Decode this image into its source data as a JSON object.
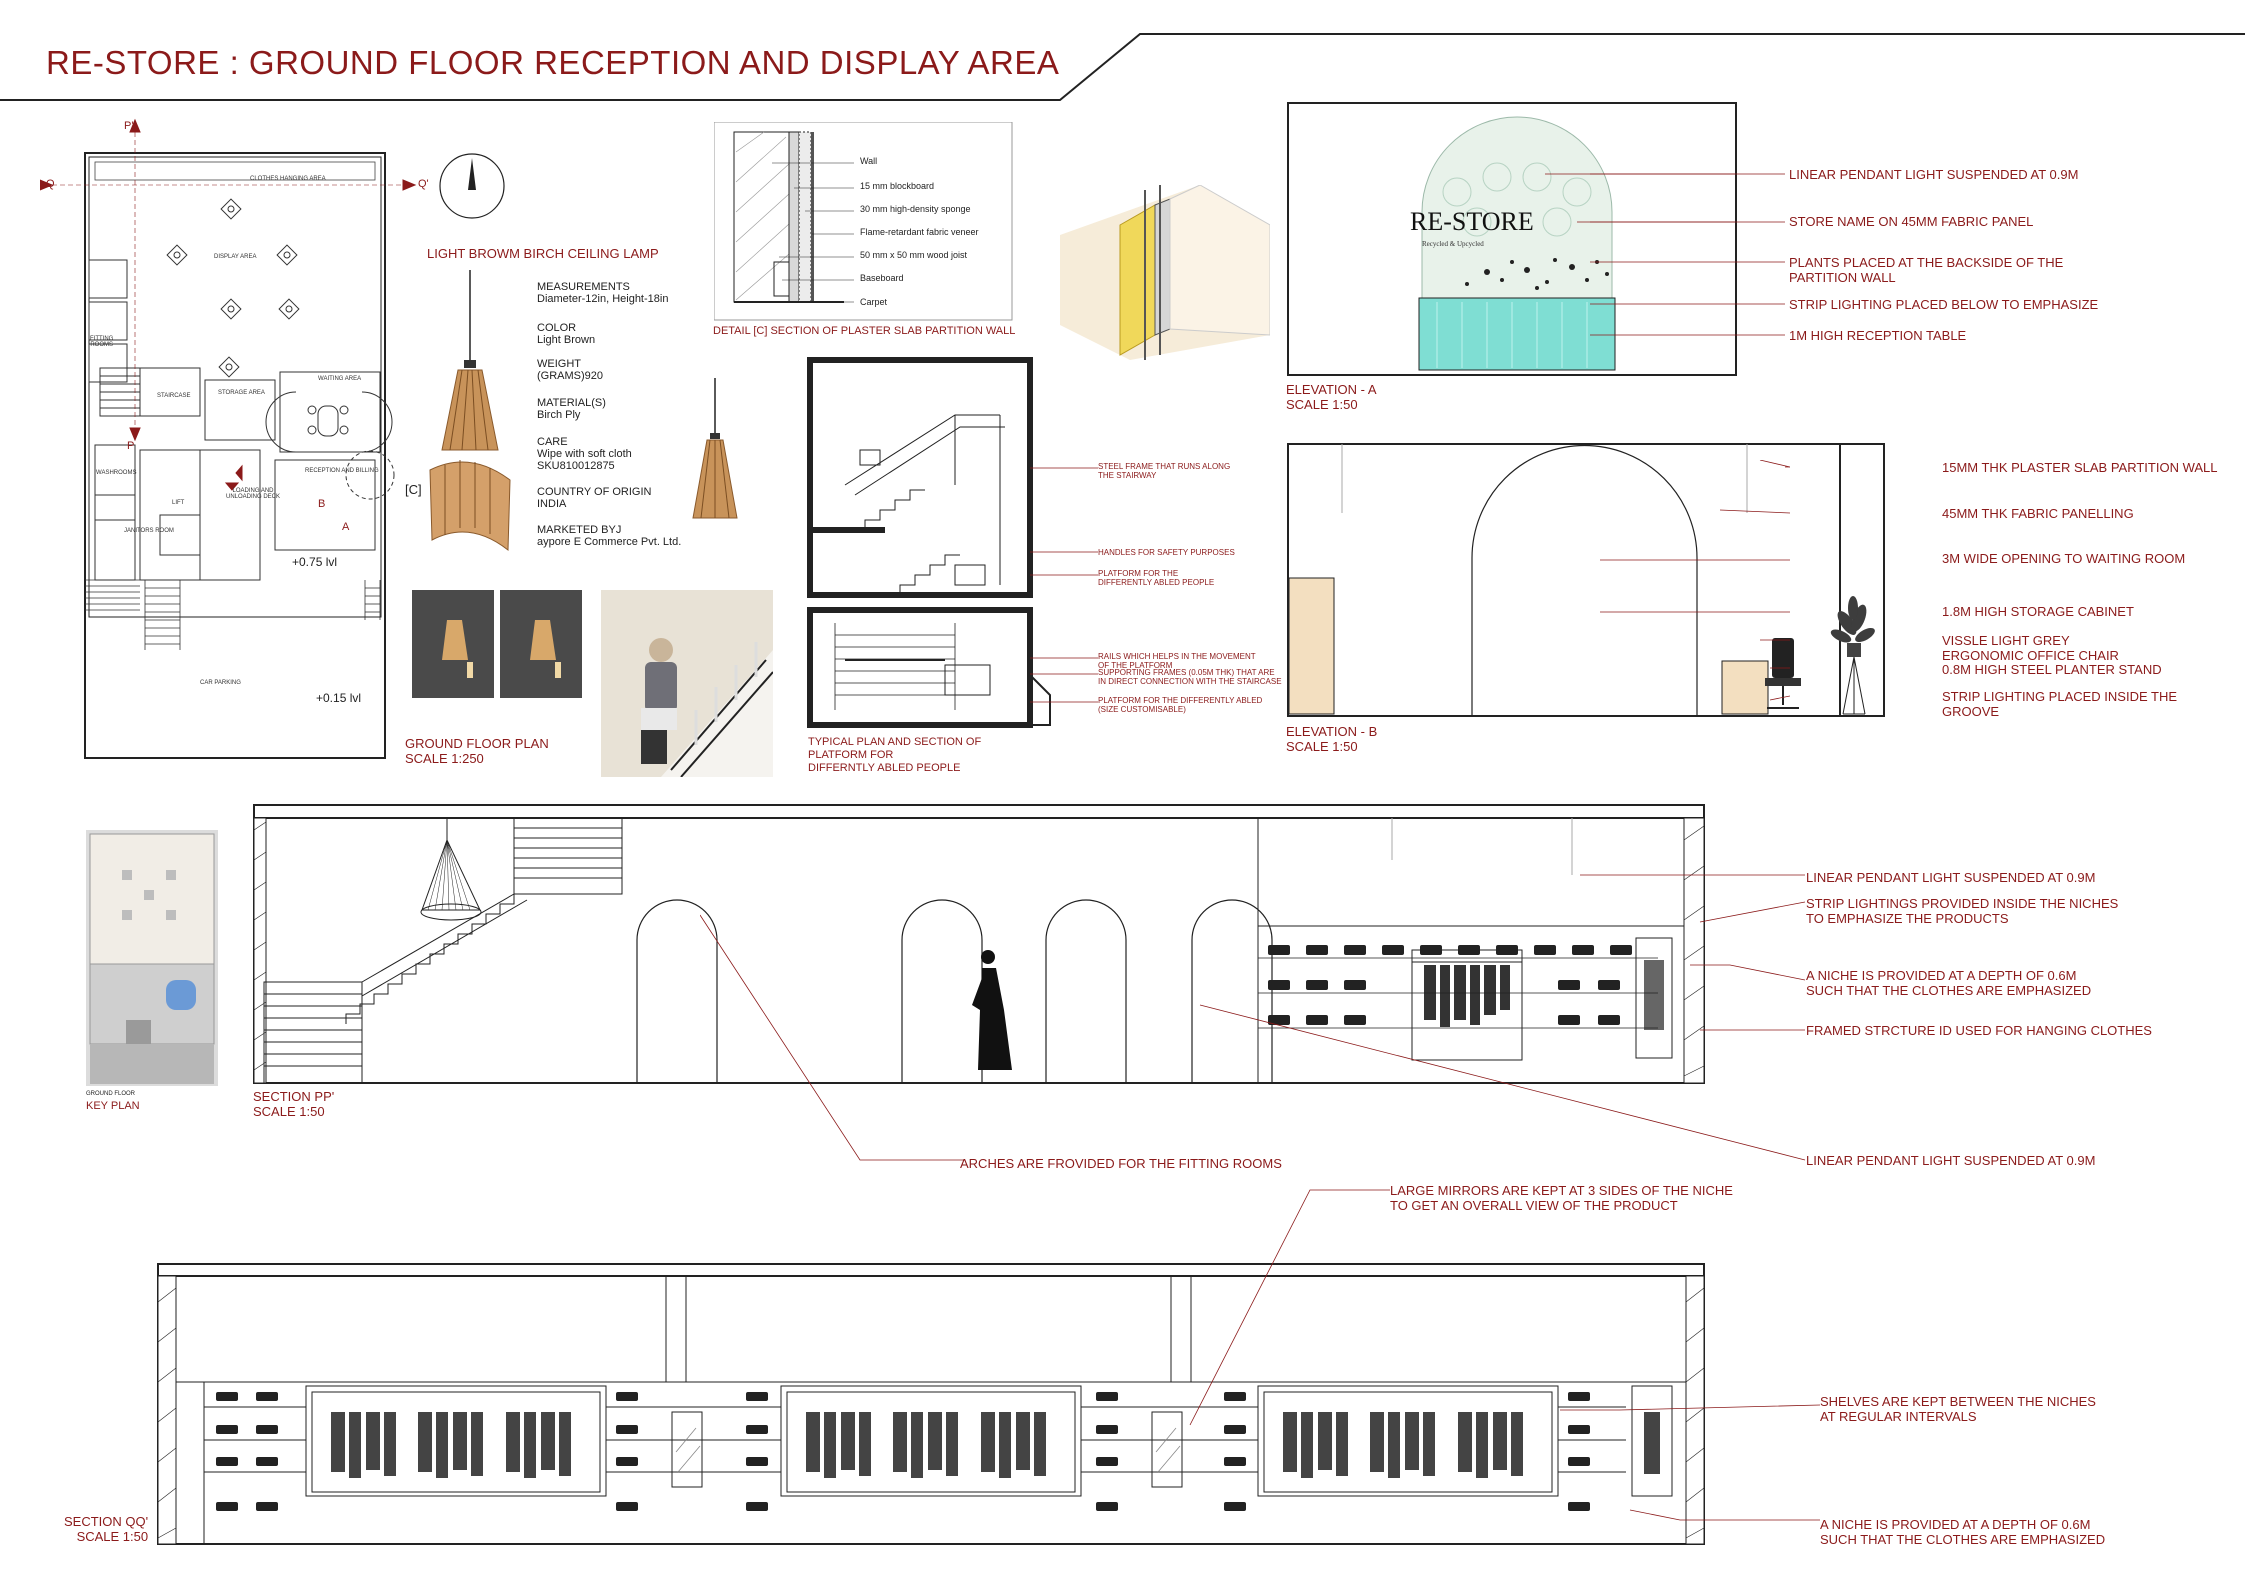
{
  "title": "RE-STORE : GROUND FLOOR RECEPTION AND DISPLAY AREA",
  "colors": {
    "accent": "#8b1a1a",
    "line": "#222222",
    "glass": "#7fded3"
  },
  "floor_plan": {
    "caption": "GROUND FLOOR PLAN\nSCALE 1:250",
    "marker_p": "P'",
    "marker_p2": "P",
    "marker_q": "Q",
    "marker_q2": "Q'",
    "marker_a": "A",
    "marker_b": "B",
    "marker_c": "[C]",
    "level_1": "+0.75 lvl",
    "level_2": "+0.15 lvl",
    "rooms": {
      "clothes_hanging": "CLOTHES HANGING AREA",
      "display": "DISPLAY AREA",
      "fitting": "FITTING\nROOMS",
      "staircase": "STAIRCASE",
      "storage": "STORAGE AREA",
      "waiting": "WAITING AREA",
      "reception": "RECEPTION AND BILLING",
      "loading": "LOADING AND\nUNLOADING DECK",
      "lift": "LIFT",
      "washroom": "WASHROOMS",
      "janitors": "JANITORS ROOM",
      "parking": "CAR PARKING"
    }
  },
  "lamp": {
    "heading": "LIGHT BROWM BIRCH CEILING LAMP",
    "specs": [
      "MEASUREMENTS\nDiameter-12in, Height-18in",
      "COLOR\nLight Brown",
      "WEIGHT\n(GRAMS)920",
      "MATERIAL(S)\nBirch Ply",
      "CARE\nWipe with soft cloth\nSKU810012875",
      "COUNTRY OF ORIGIN\nINDIA",
      "MARKETED BYJ\naypore E Commerce Pvt. Ltd."
    ]
  },
  "partition_detail": {
    "caption": "DETAIL [C] SECTION OF PLASTER SLAB PARTITION WALL",
    "layers": [
      "Wall",
      "15 mm blockboard",
      "30 mm high-density sponge",
      "Flame-retardant fabric veneer",
      "50 mm x 50 mm wood joist",
      "Baseboard",
      "Carpet"
    ]
  },
  "platform": {
    "caption": "TYPICAL PLAN AND SECTION OF\nPLATFORM FOR\nDIFFERNTLY ABLED PEOPLE",
    "notes": [
      "STEEL FRAME THAT RUNS ALONG\nTHE STAIRWAY",
      "HANDLES FOR SAFETY PURPOSES",
      "PLATFORM FOR THE\nDIFFERENTLY ABLED  PEOPLE",
      "RAILS WHICH HELPS IN THE MOVEMENT\nOF THE PLATFORM",
      "SUPPORTING FRAMES (0.05M THK) THAT ARE\nIN DIRECT CONNECTION WITH THE STAIRCASE",
      "PLATFORM FOR THE DIFFERENTLY ABLED\n(SIZE CUSTOMISABLE)"
    ]
  },
  "elevation_a": {
    "caption": "ELEVATION - A\nSCALE 1:50",
    "sign_name": "RE-STORE",
    "sign_tagline": "Recycled & Upcycled",
    "notes": [
      "LINEAR PENDANT LIGHT SUSPENDED AT 0.9M",
      "STORE NAME ON 45MM  FABRIC PANEL",
      "PLANTS PLACED AT THE BACKSIDE OF THE\nPARTITION WALL",
      "STRIP LIGHTING PLACED BELOW TO EMPHASIZE",
      "1M HIGH RECEPTION TABLE"
    ]
  },
  "elevation_b": {
    "caption": "ELEVATION - B\nSCALE 1:50",
    "notes": [
      "15MM THK PLASTER SLAB PARTITION WALL",
      "45MM THK FABRIC PANELLING",
      "3M WIDE OPENING TO WAITING ROOM",
      "1.8M HIGH STORAGE CABINET",
      "VISSLE LIGHT GREY\nERGONOMIC OFFICE CHAIR",
      "0.8M HIGH STEEL PLANTER STAND",
      "STRIP LIGHTING PLACED INSIDE THE\nGROOVE"
    ]
  },
  "key_plan": {
    "caption": "KEY PLAN",
    "label": "GROUND FLOOR"
  },
  "section_pp": {
    "caption": "SECTION PP'\nSCALE 1:50",
    "notes": [
      "LINEAR PENDANT LIGHT SUSPENDED AT 0.9M",
      "STRIP LIGHTINGS PROVIDED INSIDE THE NICHES\nTO EMPHASIZE THE PRODUCTS",
      "A NICHE IS PROVIDED AT A DEPTH OF 0.6M\nSUCH THAT THE CLOTHES ARE EMPHASIZED",
      "FRAMED STRCTURE ID USED FOR HANGING CLOTHES",
      "ARCHES ARE FROVIDED FOR THE FITTING ROOMS",
      "LINEAR PENDANT LIGHT SUSPENDED AT 0.9M"
    ]
  },
  "section_qq": {
    "caption": "SECTION QQ'\nSCALE 1:50",
    "notes": [
      "LARGE MIRRORS ARE KEPT AT 3 SIDES OF THE NICHE\nTO GET AN OVERALL VIEW OF THE PRODUCT",
      "SHELVES ARE KEPT BETWEEN THE NICHES\nAT REGULAR INTERVALS",
      "A NICHE IS PROVIDED AT A DEPTH OF 0.6M\nSUCH THAT THE CLOTHES ARE EMPHASIZED"
    ]
  }
}
